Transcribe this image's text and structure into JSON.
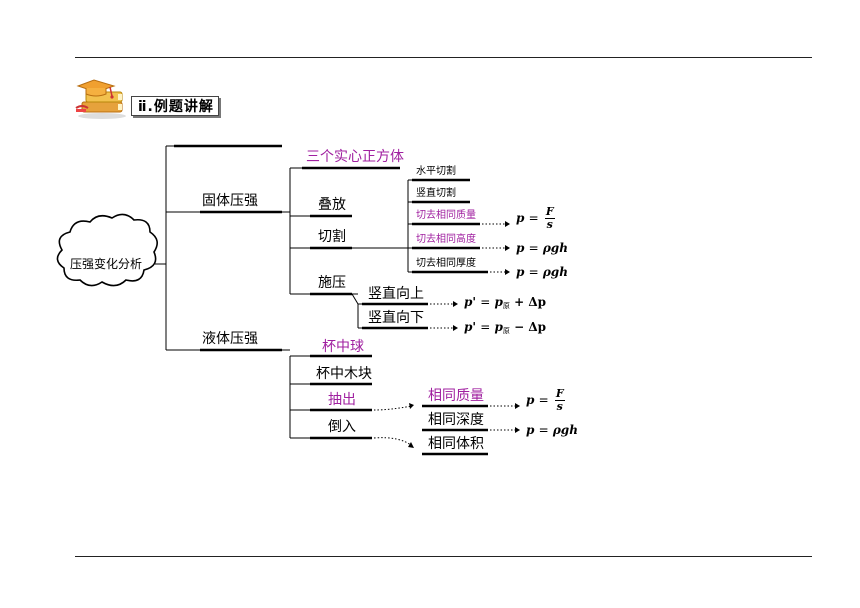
{
  "header": {
    "section_title": "ⅱ.例题讲解",
    "icon": "books-graduation-cap-icon"
  },
  "tree": {
    "root": "压强变化分析",
    "solid": {
      "label": "固体压强",
      "children": {
        "cubes": "三个实心正方体",
        "stack": "叠放",
        "cut": "切割",
        "press": "施压"
      },
      "cut_methods": [
        "水平切割",
        "竖直切割",
        "切去相同质量",
        "切去相同高度",
        "切去相同厚度"
      ],
      "press_methods": [
        "竖直向上",
        "竖直向下"
      ]
    },
    "liquid": {
      "label": "液体压强",
      "children": [
        "杯中球",
        "杯中木块",
        "抽出",
        "倒入"
      ],
      "same": [
        "相同质量",
        "相同深度",
        "相同体积"
      ]
    }
  },
  "formulas": {
    "p": "p",
    "eq": "=",
    "F": "F",
    "s": "s",
    "rho_gh": "ρgh",
    "p_prime": "p'",
    "orig_sub": "原",
    "plus_dp": "+ Δp",
    "minus_dp": "− Δp"
  },
  "colors": {
    "accent": "#a020a0",
    "line": "#000000"
  }
}
